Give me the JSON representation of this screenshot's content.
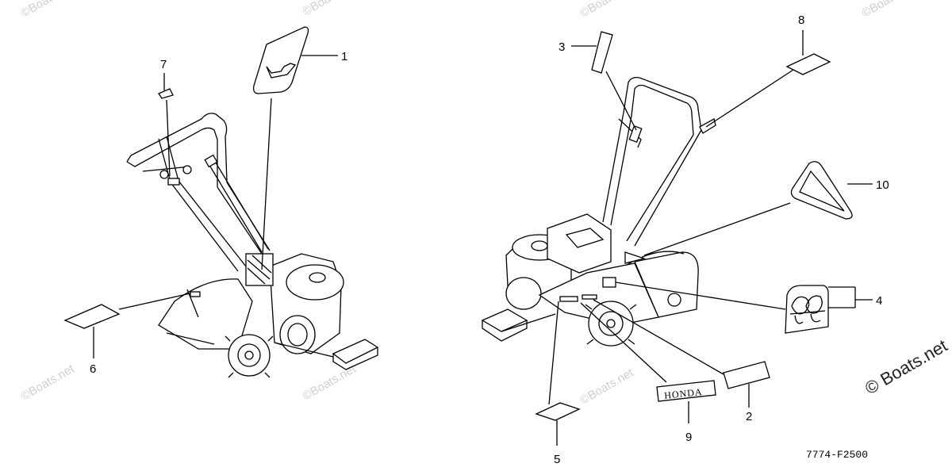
{
  "diagram": {
    "callouts": [
      {
        "id": "1",
        "label": "1"
      },
      {
        "id": "2",
        "label": "2"
      },
      {
        "id": "3",
        "label": "3"
      },
      {
        "id": "4",
        "label": "4"
      },
      {
        "id": "5",
        "label": "5"
      },
      {
        "id": "6",
        "label": "6"
      },
      {
        "id": "7",
        "label": "7"
      },
      {
        "id": "8",
        "label": "8"
      },
      {
        "id": "9",
        "label": "9"
      },
      {
        "id": "10",
        "label": "10"
      }
    ],
    "decal_text": "HONDA",
    "figure_code": "7774-F2500"
  },
  "watermark": {
    "text": "©Boats.net",
    "corner_text": "© Boats.net"
  }
}
